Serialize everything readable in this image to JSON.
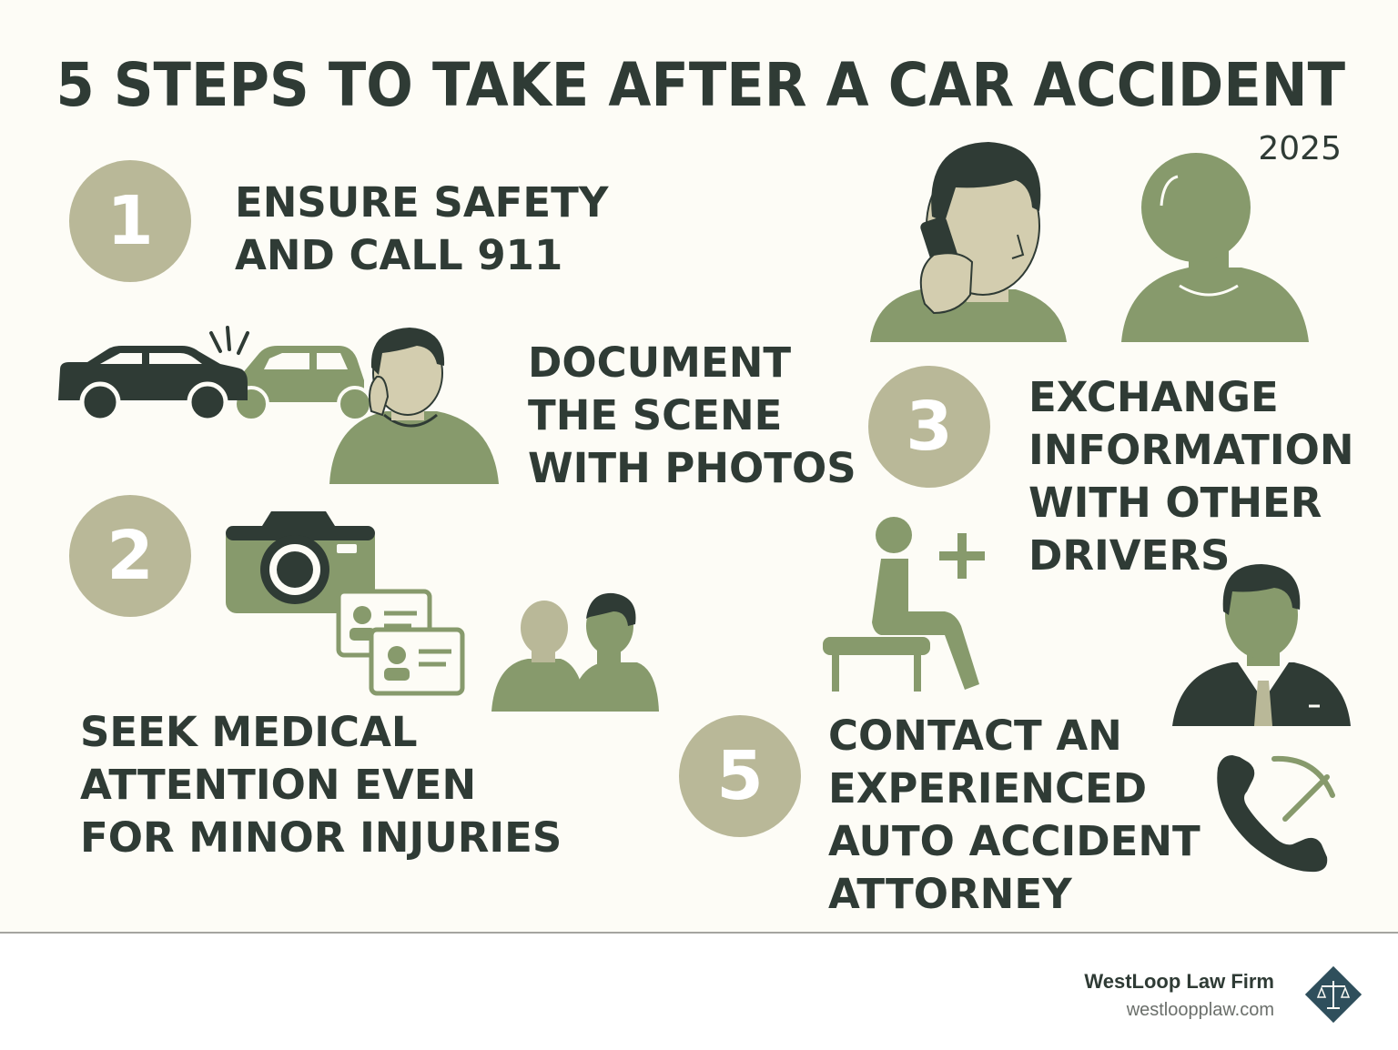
{
  "title": "5 STEPS TO TAKE AFTER A CAR ACCIDENT",
  "year": "2025",
  "steps": [
    {
      "number": "1",
      "lines": [
        "ENSURE SAFETY",
        "AND CALL 911"
      ]
    },
    {
      "number": "2",
      "lines": [
        "SEEK MEDICAL",
        "ATTENTION EVEN",
        "FOR MINOR INJURIES"
      ]
    },
    {
      "number": "3",
      "lines": [
        "EXCHANGE",
        "INFORMATION",
        "WITH OTHER",
        "DRIVERS"
      ]
    },
    {
      "number": "",
      "lines": [
        "DOCUMENT",
        "THE SCENE",
        "WITH PHOTOS"
      ]
    },
    {
      "number": "5",
      "lines": [
        "CONTACT AN",
        "EXPERIENCED",
        "AUTO ACCIDENT",
        "ATTORNEY"
      ]
    }
  ],
  "footer": {
    "firm_name": "WestLoop Law Firm",
    "firm_url": "westloopplaw.com"
  },
  "colors": {
    "dark": "#2f3b35",
    "green": "#879a6c",
    "light_green": "#b9b898",
    "skin": "#d3cdaf",
    "background": "#fdfcf6"
  },
  "icons": [
    "car-crash-icon",
    "phone-call-person-icon",
    "two-people-icon",
    "camera-icon",
    "id-cards-icon",
    "talking-people-icon",
    "seated-patient-icon",
    "attorney-icon",
    "phone-icon"
  ]
}
